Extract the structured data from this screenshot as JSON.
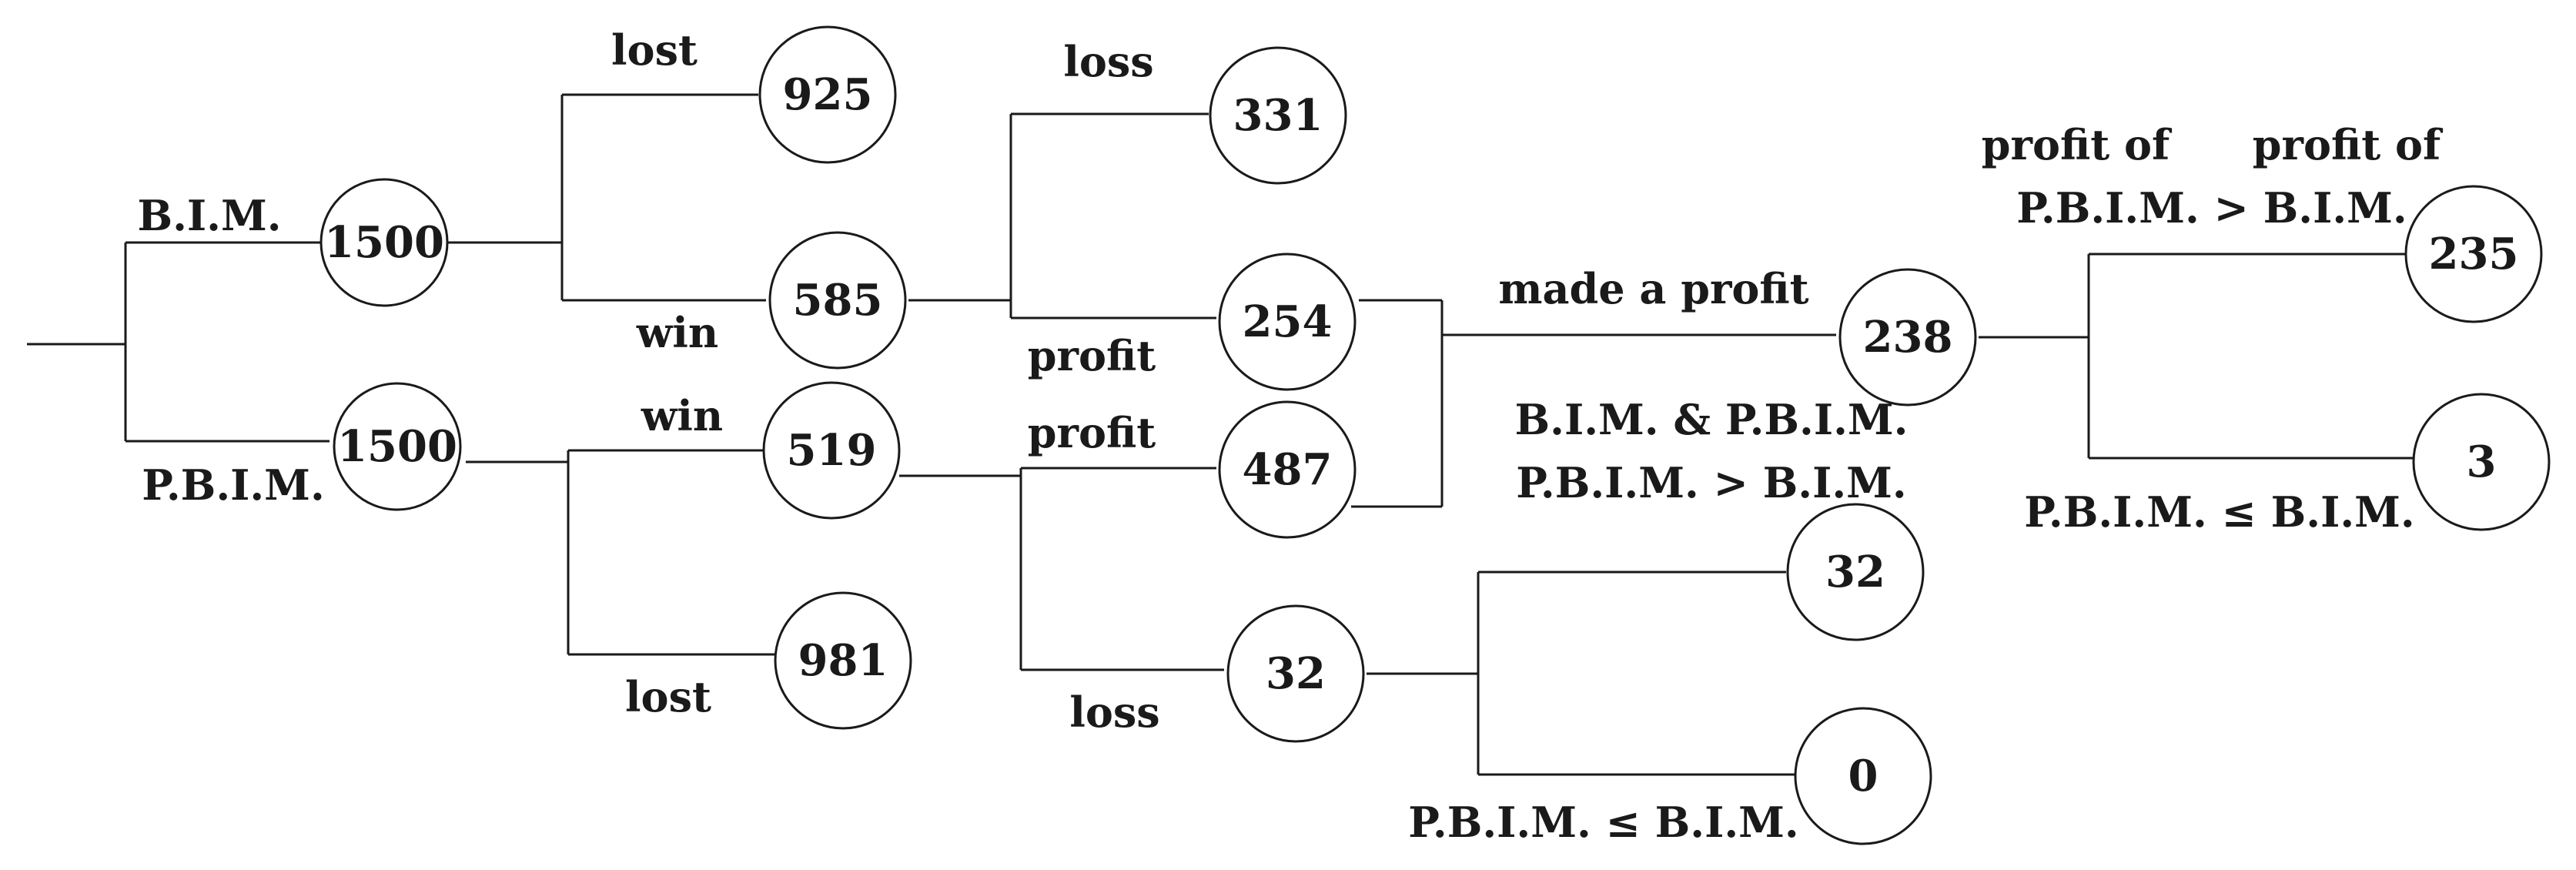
{
  "nodes": {
    "bim_root": "1500",
    "pbim_root": "1500",
    "bim_lost": "925",
    "bim_win": "585",
    "pbim_win": "519",
    "pbim_lost": "981",
    "bim_loss": "331",
    "bim_profit": "254",
    "pbim_profit": "487",
    "pbim_loss": "32",
    "made_profit": "238",
    "loss_gt": "32",
    "loss_le": "0",
    "profit_gt": "235",
    "profit_le": "3"
  },
  "labels": {
    "bim": "B.I.M.",
    "pbim": "P.B.I.M.",
    "lost_top": "lost",
    "win_top": "win",
    "win_bottom": "win",
    "lost_bottom": "lost",
    "loss_top": "loss",
    "profit_top": "profit",
    "profit_bottom": "profit",
    "loss_bottom": "loss",
    "made_a_profit": "made a profit",
    "both_profit": "B.I.M. & P.B.I.M.",
    "pbim_gt_bim_mid": "P.B.I.M. > B.I.M.",
    "pbim_le_bim_bottom": "P.B.I.M. ≤ B.I.M.",
    "profit_of_left": "profit of",
    "profit_of_right": "profit of",
    "pbim_gt_bim_right": "P.B.I.M. > B.I.M.",
    "pbim_le_bim_right": "P.B.I.M. ≤ B.I.M."
  }
}
